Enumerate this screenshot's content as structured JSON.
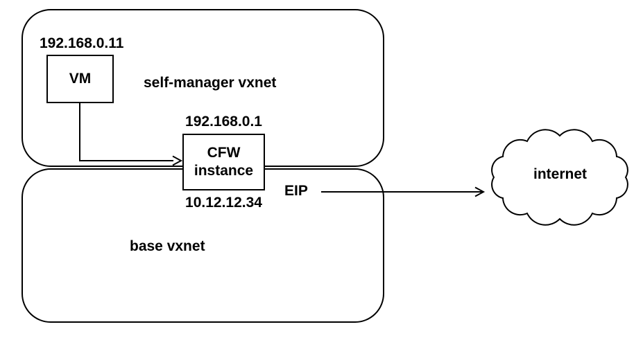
{
  "colors": {
    "background": "#ffffff",
    "stroke": "#000000",
    "text": "#000000"
  },
  "zones": {
    "self_manager": {
      "label": "self-manager vxnet"
    },
    "base": {
      "label": "base vxnet"
    }
  },
  "nodes": {
    "vm": {
      "label": "VM",
      "ip": "192.168.0.11"
    },
    "cfw": {
      "label": "CFW\ninstance",
      "ip_top": "192.168.0.1",
      "ip_bottom": "10.12.12.34"
    },
    "internet": {
      "label": "internet"
    }
  },
  "edges": {
    "eip": {
      "label": "EIP"
    }
  }
}
